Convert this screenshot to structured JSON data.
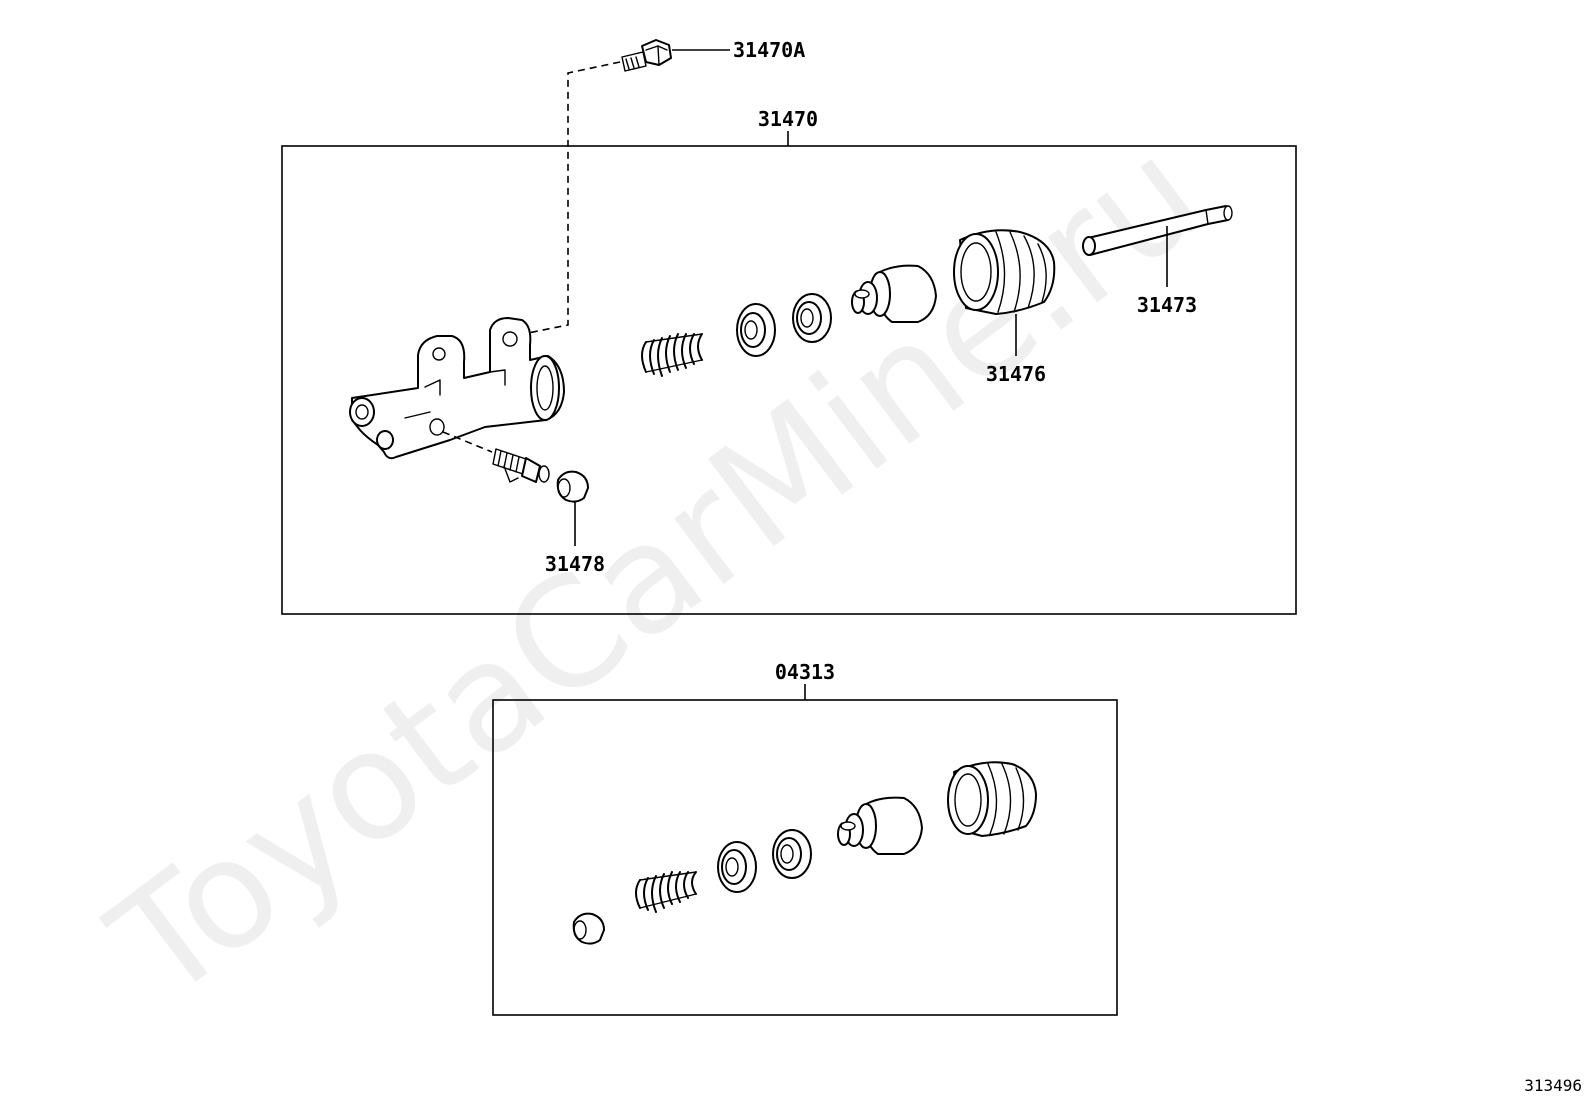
{
  "watermark": "ToyotaCarMine.ru",
  "figure_number": "313496",
  "groups": [
    {
      "id": "assembly",
      "label": "31470"
    },
    {
      "id": "kit",
      "label": "04313"
    }
  ],
  "part_labels": {
    "bolt": "31470A",
    "push_rod": "31473",
    "boot": "31476",
    "bleeder_cap": "31478"
  }
}
